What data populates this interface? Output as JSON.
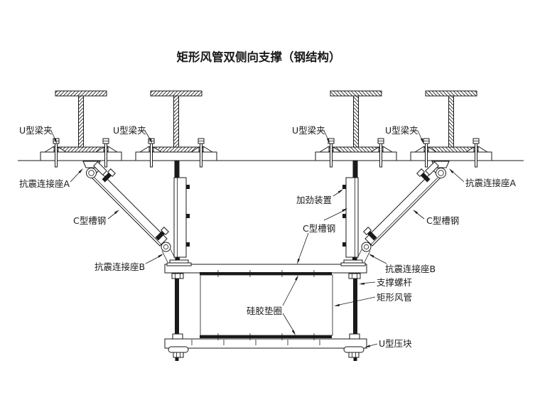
{
  "title": "矩形风管双侧向支撑（钢结构）",
  "labels": {
    "u_beam_clamp": "U型梁夹",
    "seismic_seat_a": "抗震连接座A",
    "c_channel": "C型槽钢",
    "stiffening_device": "加劲装置",
    "seismic_seat_b": "抗震连接座B",
    "support_rod": "支撑螺杆",
    "rect_duct": "矩形风管",
    "silicone_gasket": "硅胶垫圈",
    "u_block": "U型压块"
  },
  "colors": {
    "line": "#1a1a1a",
    "background": "#ffffff"
  }
}
